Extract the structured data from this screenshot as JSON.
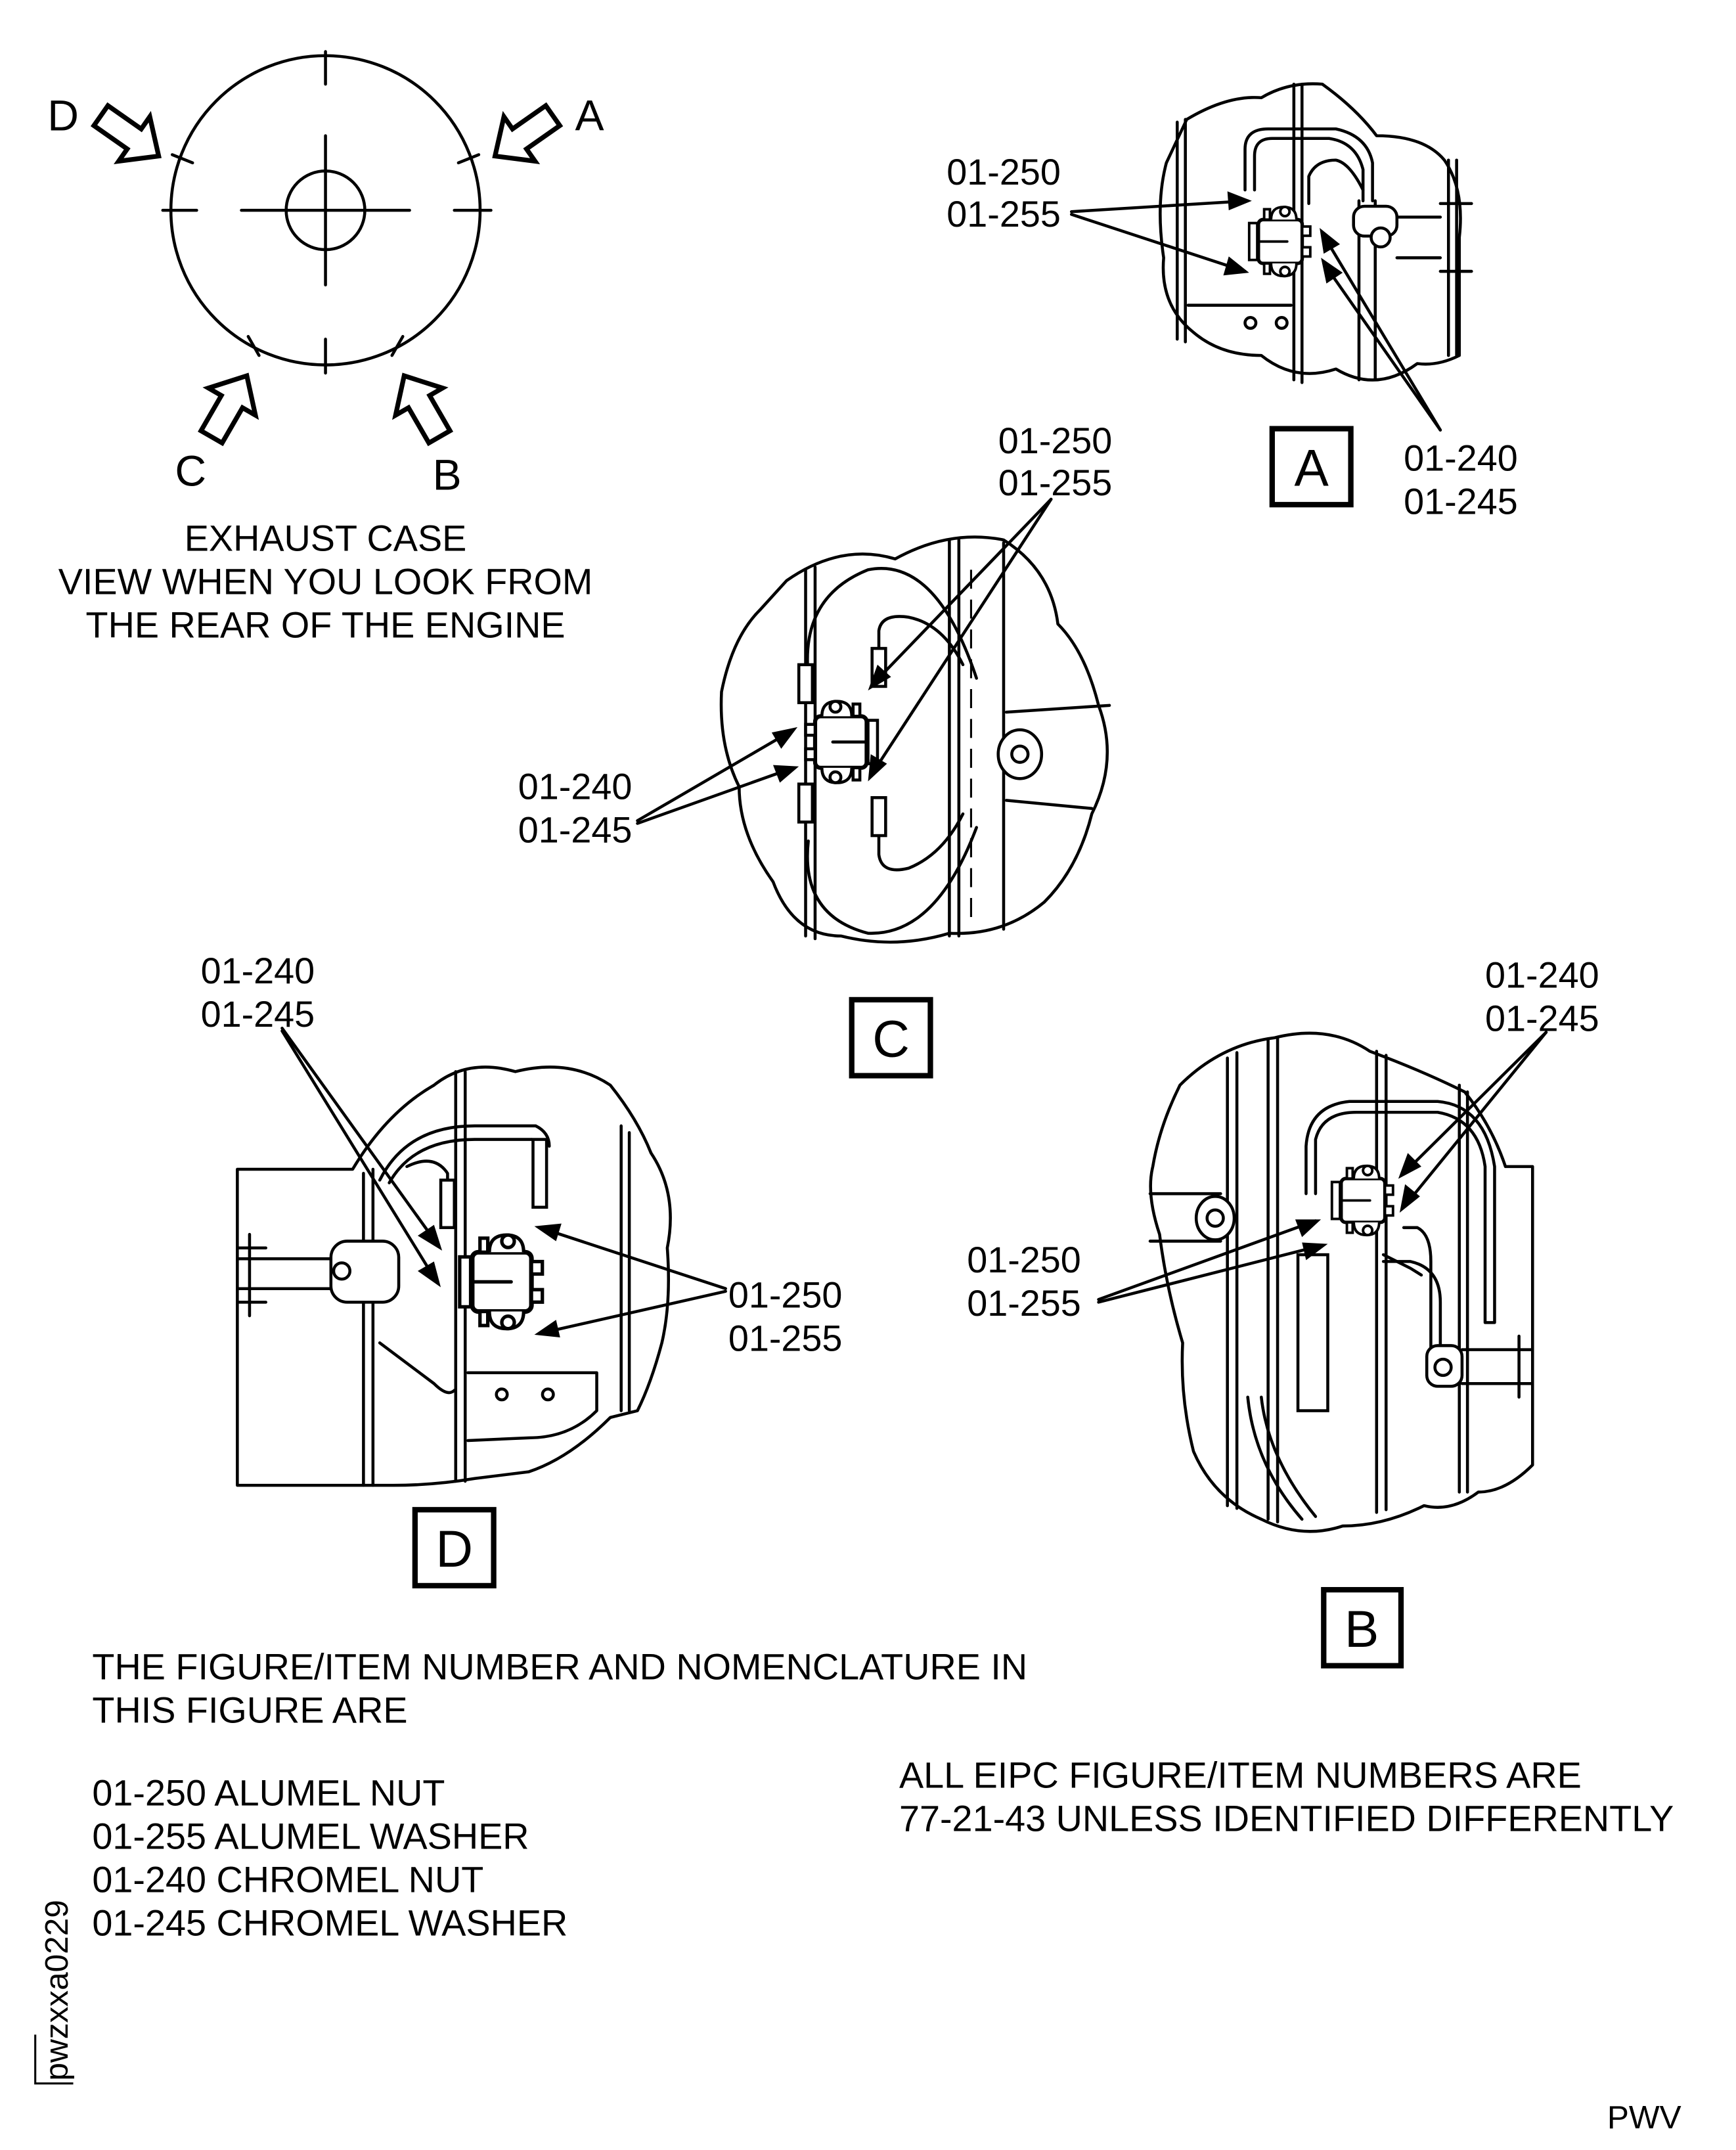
{
  "view_key": {
    "labels": {
      "a": "A",
      "b": "B",
      "c": "C",
      "d": "D"
    },
    "caption": [
      "EXHAUST CASE",
      "VIEW WHEN YOU LOOK FROM",
      "THE REAR OF THE ENGINE"
    ]
  },
  "details": {
    "a": {
      "label": "A",
      "callouts": [
        [
          "01-250",
          "01-255"
        ],
        [
          "01-240",
          "01-245"
        ]
      ]
    },
    "b": {
      "label": "B",
      "callouts": [
        [
          "01-240",
          "01-245"
        ],
        [
          "01-250",
          "01-255"
        ]
      ]
    },
    "c": {
      "label": "C",
      "callouts": [
        [
          "01-250",
          "01-255"
        ],
        [
          "01-240",
          "01-245"
        ]
      ]
    },
    "d": {
      "label": "D",
      "callouts": [
        [
          "01-240",
          "01-245"
        ],
        [
          "01-250",
          "01-255"
        ]
      ]
    }
  },
  "notes": {
    "intro": [
      "THE FIGURE/ITEM NUMBER AND NOMENCLATURE IN",
      "THIS FIGURE ARE"
    ],
    "items": [
      "01-250 ALUMEL NUT",
      "01-255 ALUMEL WASHER",
      "01-240 CHROMEL NUT",
      "01-245 CHROMEL WASHER"
    ],
    "eipc": [
      "ALL EIPC FIGURE/ITEM NUMBERS ARE",
      "77-21-43 UNLESS IDENTIFIED DIFFERENTLY"
    ]
  },
  "figure_id": "pwzxxa0229",
  "footer_code": "PWV"
}
